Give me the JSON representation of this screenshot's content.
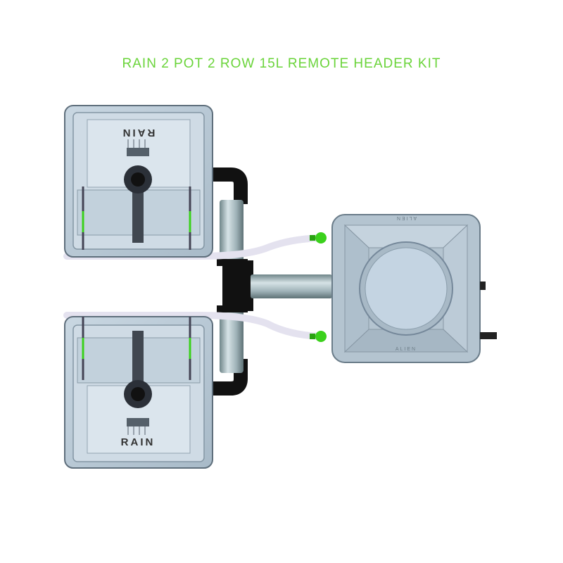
{
  "title": "RAIN 2 POT 2 ROW 15L REMOTE HEADER KIT",
  "pots": [
    {
      "label": "RAIN"
    },
    {
      "label": "RAIN"
    }
  ],
  "header_tank": {
    "label_top": "ALIEN",
    "label_bottom": "ALIEN"
  },
  "colors": {
    "title": "#6ad43a",
    "pot_body": "#b9c9d6",
    "pot_inner": "#cfdbe5",
    "pipe_black": "#111111",
    "pipe_metal": "#9fb2b8",
    "tube": "#e6e4f0",
    "fitting_green": "#3bd11c",
    "tank_body": "#b4c4d0"
  }
}
